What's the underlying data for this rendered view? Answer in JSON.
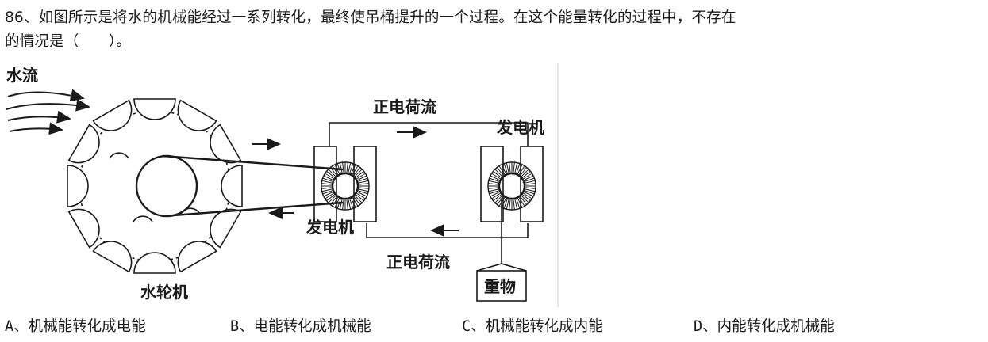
{
  "question": {
    "line1": "86、如图所示是将水的机械能经过一系列转化，最终使吊桶提升的一个过程。在这个能量转化的过程中，不存在",
    "line2": "的情况是（　　）。"
  },
  "figure": {
    "labels": {
      "water_flow": "水流",
      "positive_current_top": "正电荷流",
      "generator_right": "发电机",
      "generator_left": "发电机",
      "positive_current_bottom": "正电荷流",
      "weight": "重物",
      "water_turbine": "水轮机"
    }
  },
  "options": [
    {
      "text": "A、机械能转化成电能"
    },
    {
      "text": "B、电能转化成机械能"
    },
    {
      "text": "C、机械能转化成内能"
    },
    {
      "text": "D、内能转化成机械能"
    }
  ]
}
